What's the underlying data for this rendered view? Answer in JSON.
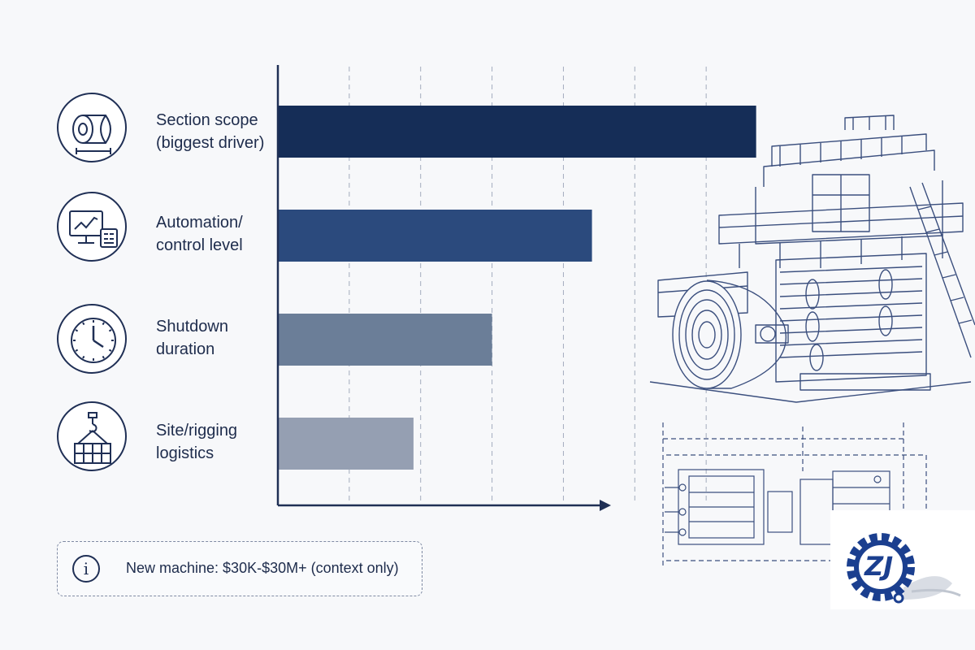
{
  "chart_data": {
    "type": "bar",
    "orientation": "horizontal",
    "categories": [
      [
        "Section scope",
        "(biggest driver)"
      ],
      [
        "Automation/",
        "control level"
      ],
      [
        "Shutdown",
        "duration"
      ],
      [
        "Site/rigging",
        "logistics"
      ]
    ],
    "values": [
      6.7,
      4.4,
      3.0,
      1.9
    ],
    "xlim": [
      0,
      7
    ],
    "grid": true,
    "gridlines_x": [
      1,
      2,
      3,
      4,
      5,
      6
    ],
    "title": "",
    "xlabel": "",
    "ylabel": "",
    "colors": [
      "#152d57",
      "#2b4a7d",
      "#6b7e98",
      "#959fb2"
    ]
  },
  "rows": [
    {
      "icon": "paper-roll-icon"
    },
    {
      "icon": "monitor-chart-icon"
    },
    {
      "icon": "clock-icon"
    },
    {
      "icon": "crane-hook-crate-icon"
    }
  ],
  "note": {
    "icon": "info-icon",
    "glyph": "i",
    "text": "New machine: $30K-$30M+ (context only)"
  },
  "illustration": {
    "machine": "paper-machine-illustration",
    "blueprint": "blueprint-drawing",
    "logo": "zj-gear-logo"
  },
  "colors": {
    "axis": "#1f2f55",
    "grid": "#a3acbd",
    "line_art": "#3b4f7e"
  }
}
